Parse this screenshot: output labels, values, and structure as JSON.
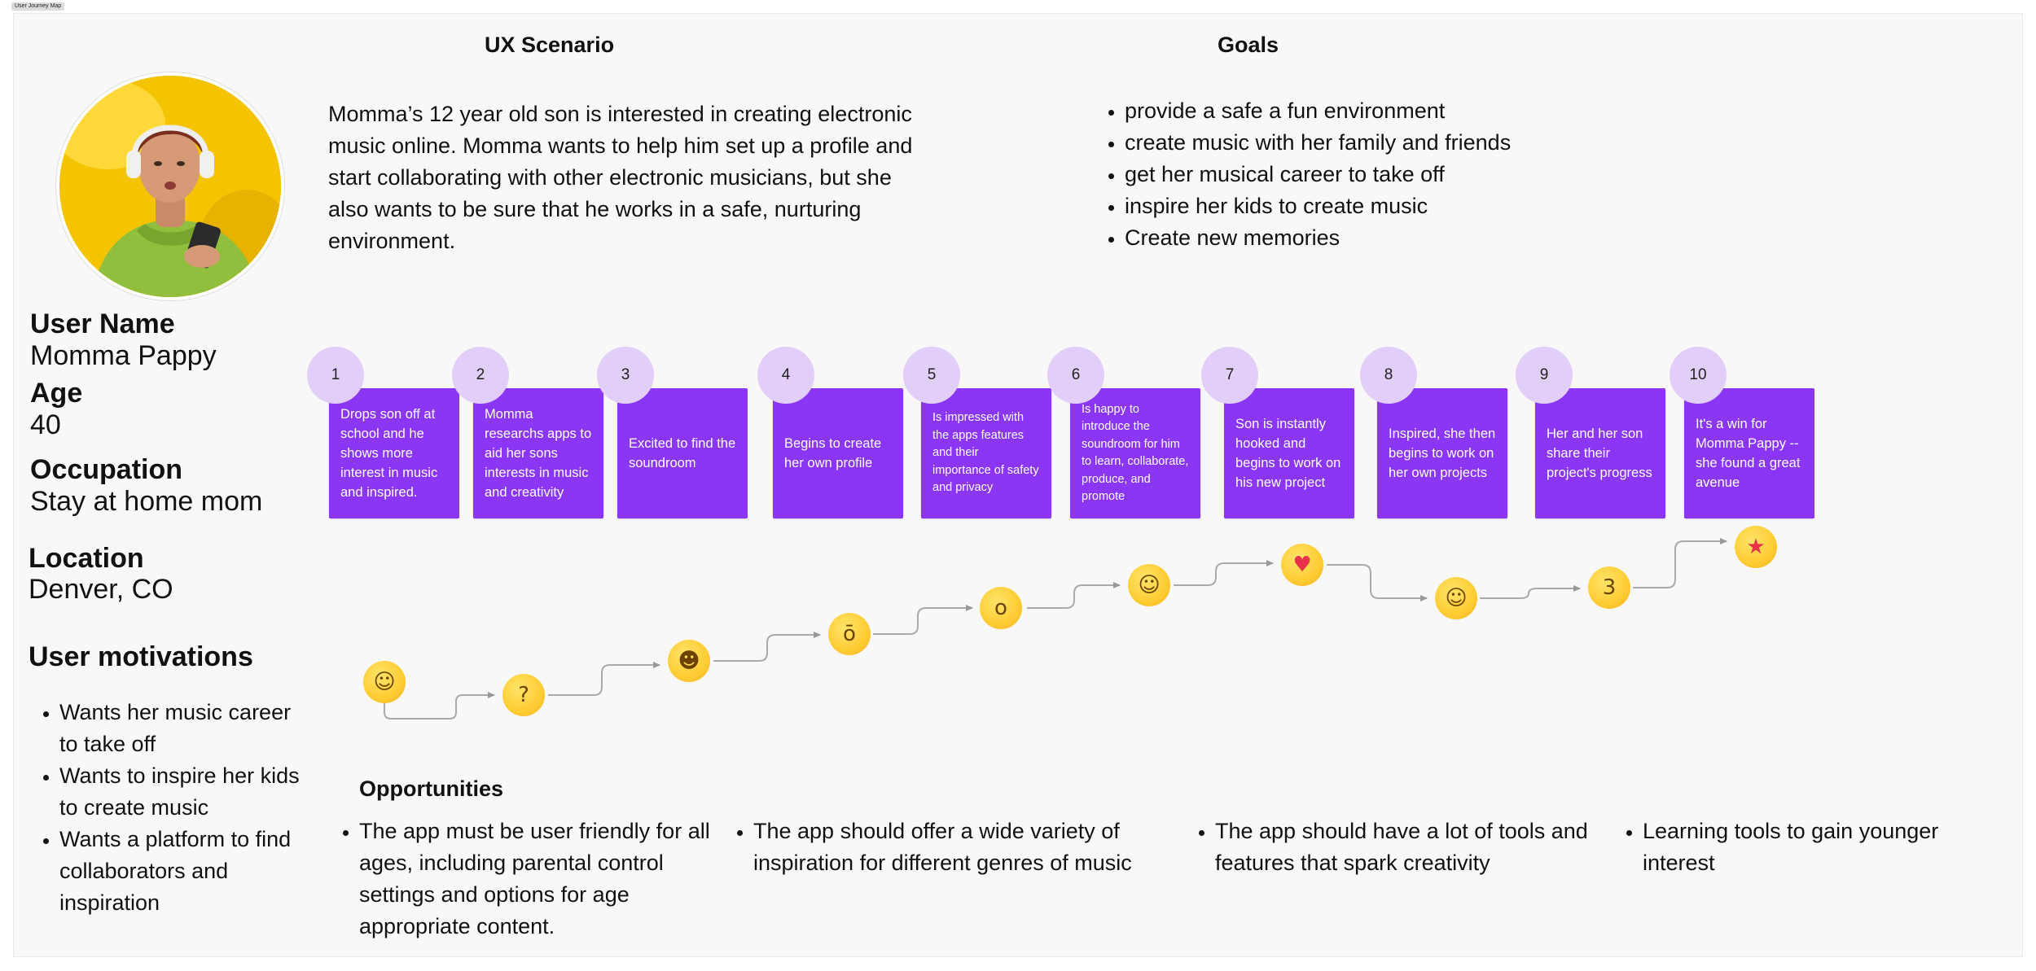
{
  "frame_label": "User Journey Map",
  "persona": {
    "labels": {
      "user_name": "User Name",
      "age": "Age",
      "occupation": "Occupation",
      "location": "Location"
    },
    "values": {
      "user_name": "Momma Pappy",
      "age": "40",
      "occupation": "Stay at home mom",
      "location": "Denver, CO"
    }
  },
  "motivations": {
    "title": "User motivations",
    "items": [
      "Wants her music career to take off",
      "Wants to inspire her kids to create music",
      "Wants a platform to find collaborators and inspiration"
    ]
  },
  "scenario": {
    "title": "UX Scenario",
    "text": "Momma’s 12 year old son is interested in creating electronic music online. Momma wants to help him set up a profile and start collaborating with other electronic musicians, but she also wants to be sure that he works in a safe, nurturing environment."
  },
  "goals": {
    "title": "Goals",
    "items": [
      "provide a safe a fun environment",
      "create music with her family and friends",
      "get her musical career to take off",
      "inspire her kids to create music",
      "Create new memories"
    ]
  },
  "steps": [
    {
      "number": "1",
      "text": "Drops son off at school and he shows more interest in music and inspired."
    },
    {
      "number": "2",
      "text": "Momma researchs apps to aid her sons interests in music and creativity"
    },
    {
      "number": "3",
      "text": "Excited to find the soundroom"
    },
    {
      "number": "4",
      "text": "Begins to create her own profile"
    },
    {
      "number": "5",
      "text": "Is impressed with the apps features and their importance of safety and privacy"
    },
    {
      "number": "6",
      "text": "Is happy to introduce the soundroom for him to learn, collaborate, produce, and promote"
    },
    {
      "number": "7",
      "text": "Son is instantly hooked and begins to work on his new project"
    },
    {
      "number": "8",
      "text": "Inspired, she then begins to work on her own projects"
    },
    {
      "number": "9",
      "text": "Her and her son share their project's progress"
    },
    {
      "number": "10",
      "text": "It's a win for Momma Pappy -- she found a great avenue"
    }
  ],
  "emotions": [
    {
      "step": 1,
      "icon": "smiling-face-with-halo-icon",
      "glyph": "☺"
    },
    {
      "step": 2,
      "icon": "thinking-face-icon",
      "glyph": "?"
    },
    {
      "step": 3,
      "icon": "zany-face-icon",
      "glyph": "☻"
    },
    {
      "step": 4,
      "icon": "face-with-raised-eyebrow-icon",
      "glyph": "ō"
    },
    {
      "step": 5,
      "icon": "hushed-face-icon",
      "glyph": "o"
    },
    {
      "step": 6,
      "icon": "face-savoring-food-icon",
      "glyph": "☺"
    },
    {
      "step": 7,
      "icon": "heart-eyes-face-icon",
      "glyph": "♥"
    },
    {
      "step": 8,
      "icon": "smiling-face-with-blush-icon",
      "glyph": "☺"
    },
    {
      "step": 9,
      "icon": "kissing-face-icon",
      "glyph": "3"
    },
    {
      "step": 10,
      "icon": "star-struck-face-icon",
      "glyph": "★"
    }
  ],
  "opportunities": {
    "title": "Opportunities",
    "items": [
      "The app must be user friendly for all ages, including parental control settings and options for age appropriate content.",
      "The app should offer a wide variety of inspiration for different genres of music",
      "The app should have a lot of tools and features that spark creativity",
      "Learning tools to gain younger interest"
    ]
  },
  "colors": {
    "card": "#8b35f5",
    "step_circle": "#e2cff9",
    "connector": "#aaaaaa",
    "avatar_background": "#f5c400"
  }
}
